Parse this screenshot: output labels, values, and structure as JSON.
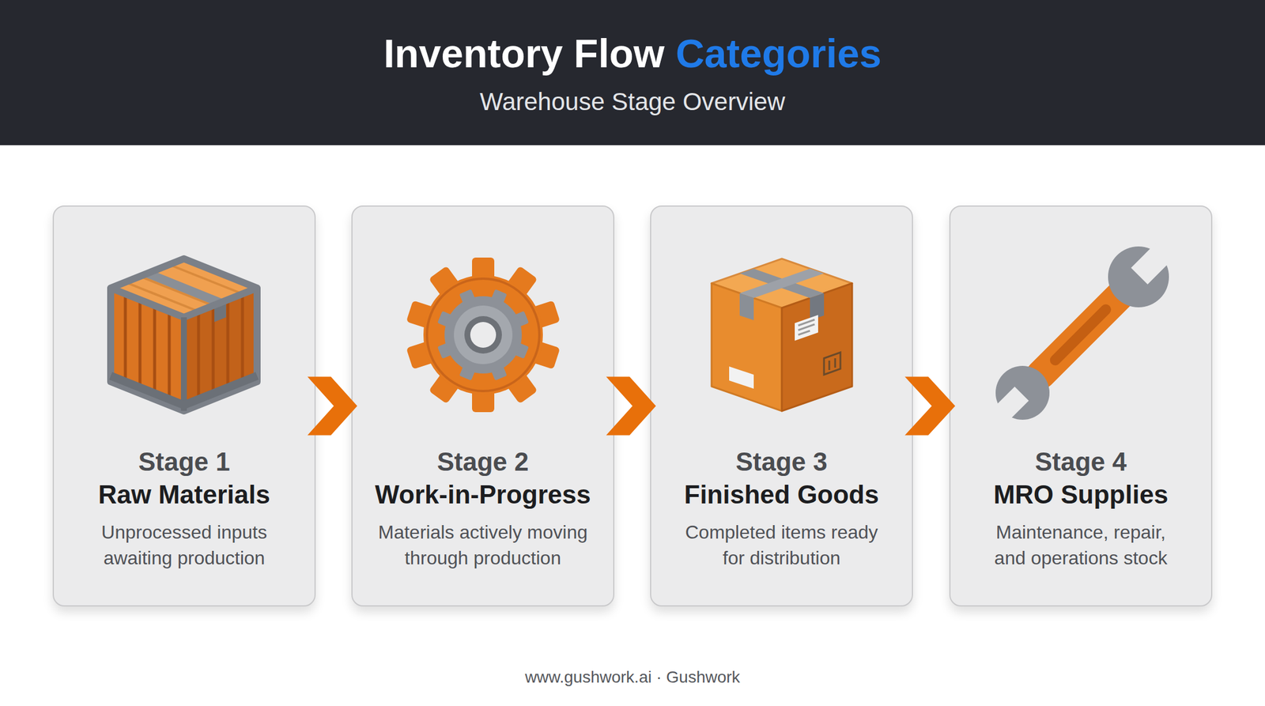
{
  "diagram": {
    "title": "Inventory Flow Categories",
    "nodes": [
      {
        "text": [
          "Stage 1",
          "Raw Materials",
          "Unprocessed inputs awaiting production"
        ]
      },
      {
        "text": [
          "Stage 2",
          "Work-in-Progress",
          "Materials actively moving through production"
        ]
      },
      {
        "text": [
          "Stage 3",
          "Finished Goods",
          "Completed items ready for distribution"
        ]
      },
      {
        "text": [
          "Stage 4",
          "MRO Supplies",
          "Maintenance, repair, and operations stock"
        ]
      }
    ],
    "edges": [
      {
        "from": 0,
        "to": 1,
        "arrow": "to"
      },
      {
        "from": 1,
        "to": 2,
        "arrow": "to"
      },
      {
        "from": 2,
        "to": 3,
        "arrow": "to"
      }
    ],
    "labels": [
      "Warehouse Stage Overview",
      "www.gushwork.ai · Gushwork"
    ]
  }
}
